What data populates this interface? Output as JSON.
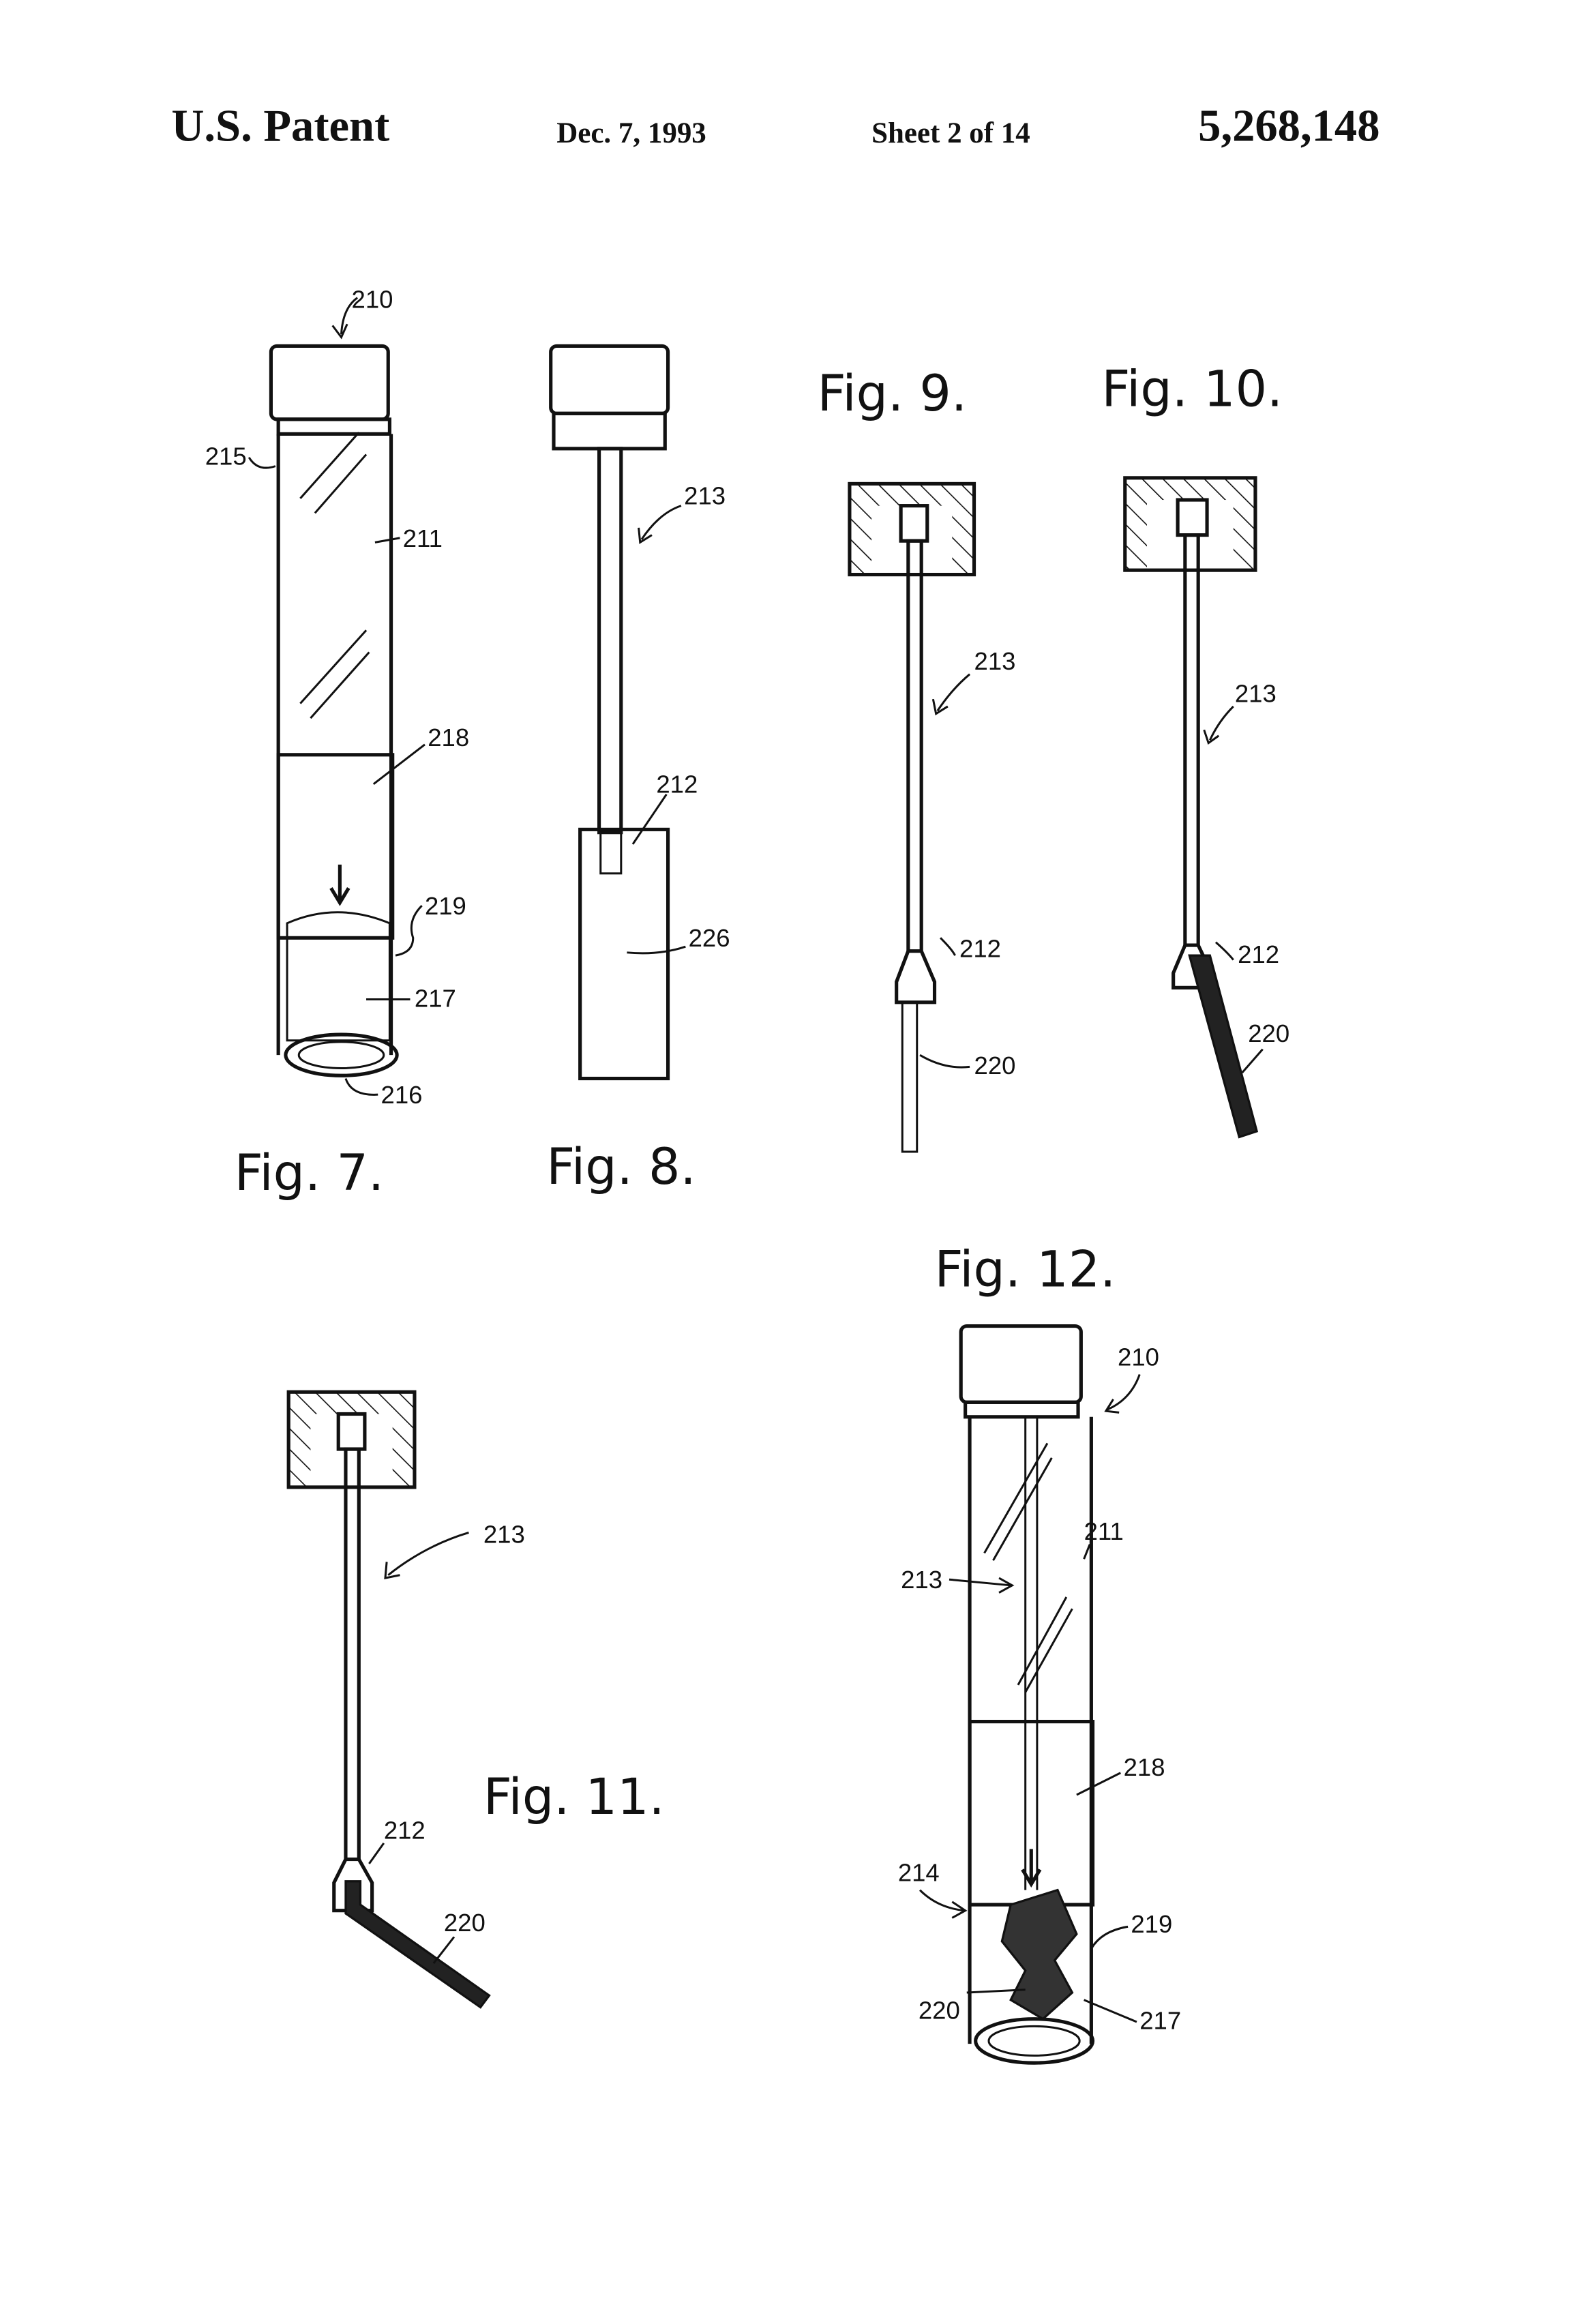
{
  "header": {
    "left": "U.S. Patent",
    "date": "Dec. 7, 1993",
    "sheet": "Sheet 2 of 14",
    "number": "5,268,148"
  },
  "fig7": {
    "title": "Fig. 7.",
    "refs": {
      "r210": "210",
      "r215": "215",
      "r211": "211",
      "r218": "218",
      "r219": "219",
      "r217": "217",
      "r216": "216"
    }
  },
  "fig8": {
    "title": "Fig. 8.",
    "refs": {
      "r213": "213",
      "r212": "212",
      "r226": "226"
    }
  },
  "fig9": {
    "title": "Fig. 9.",
    "refs": {
      "r213": "213",
      "r212": "212",
      "r220": "220"
    }
  },
  "fig10": {
    "title": "Fig. 10.",
    "refs": {
      "r213": "213",
      "r212": "212",
      "r220": "220"
    }
  },
  "fig11": {
    "title": "Fig. 11.",
    "refs": {
      "r213": "213",
      "r212": "212",
      "r220": "220"
    }
  },
  "fig12": {
    "title": "Fig. 12.",
    "refs": {
      "r210": "210",
      "r211": "211",
      "r213": "213",
      "r218": "218",
      "r214": "214",
      "r219": "219",
      "r220": "220",
      "r217": "217"
    }
  }
}
